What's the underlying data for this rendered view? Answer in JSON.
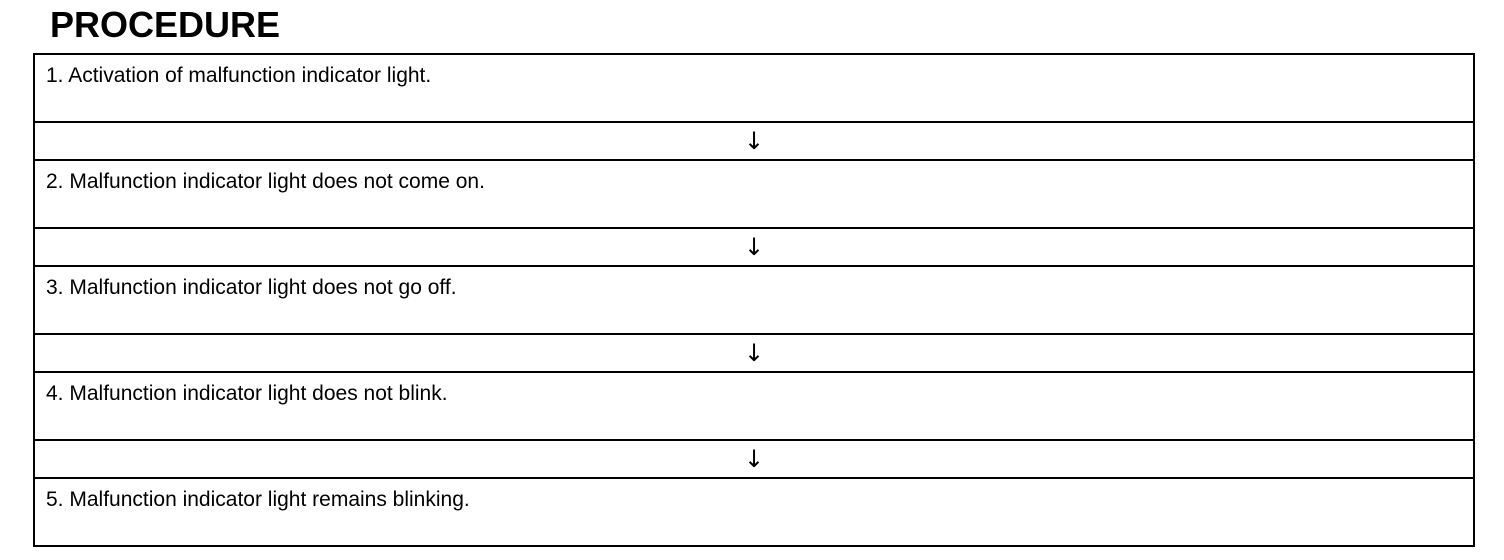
{
  "title": "PROCEDURE",
  "arrow_glyph": "↓",
  "steps": [
    {
      "number": "1.",
      "text": "Activation of malfunction indicator light."
    },
    {
      "number": "2.",
      "text": "Malfunction indicator light does not come on."
    },
    {
      "number": "3.",
      "text": "Malfunction indicator light does not go off."
    },
    {
      "number": "4.",
      "text": "Malfunction indicator light does not blink."
    },
    {
      "number": "5.",
      "text": "Malfunction indicator light remains blinking."
    }
  ]
}
